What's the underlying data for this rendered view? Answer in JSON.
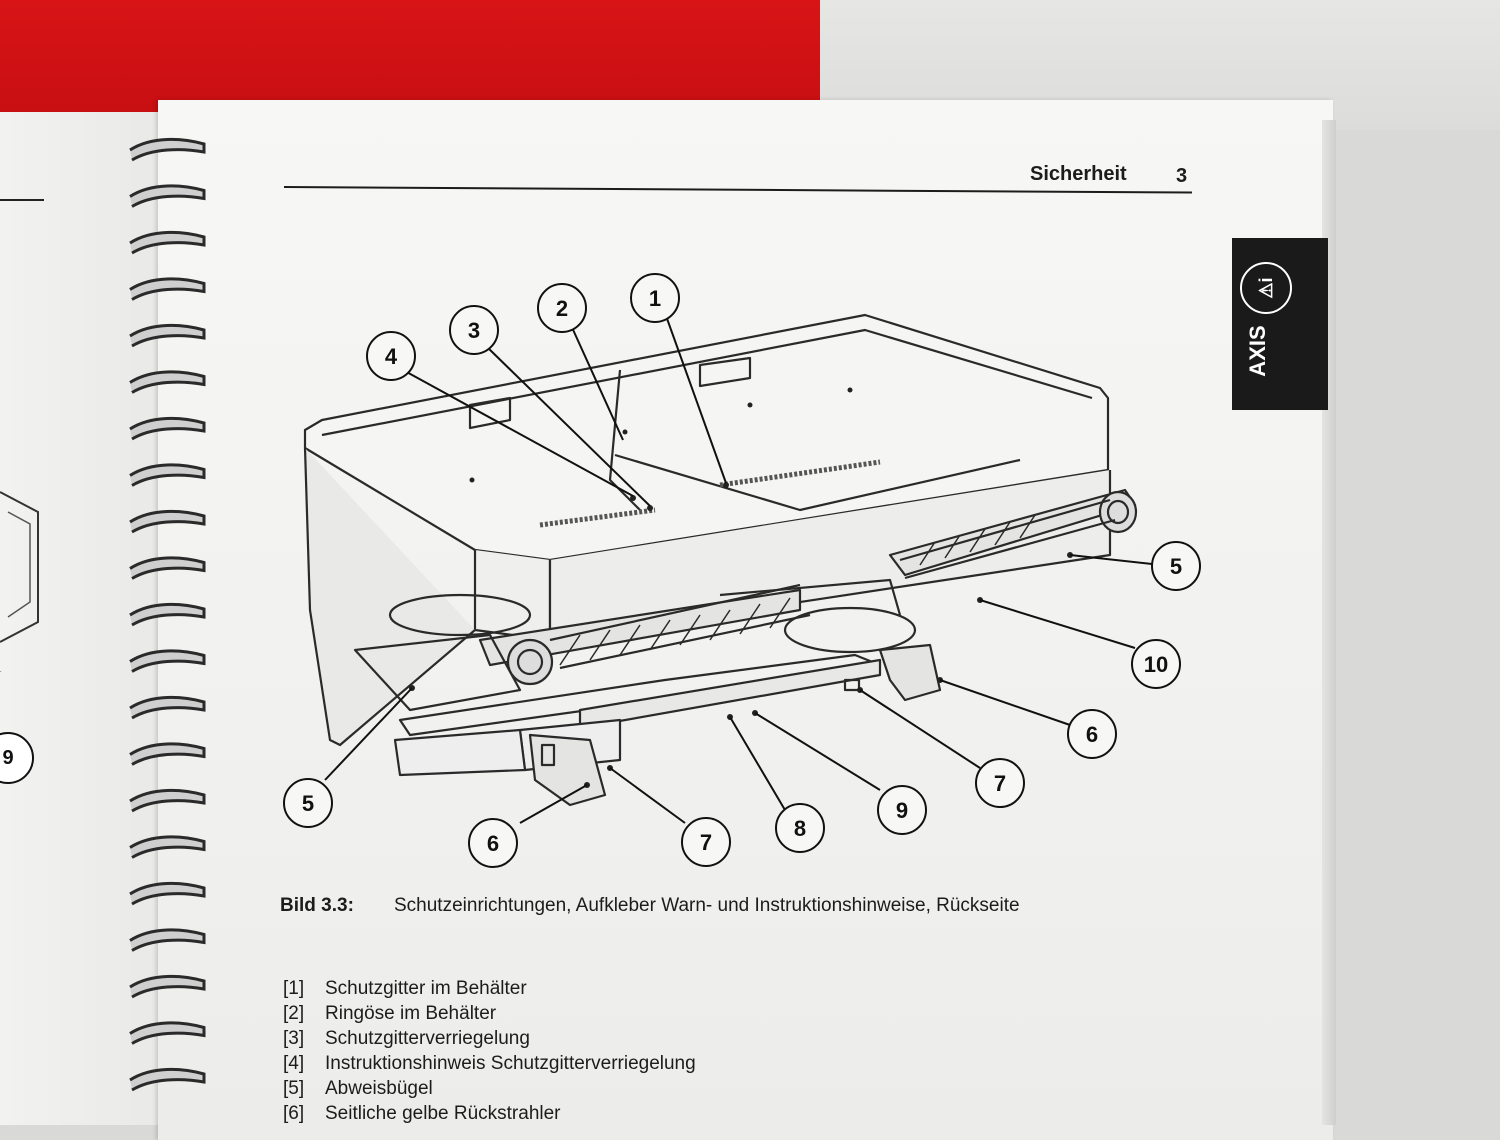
{
  "header": {
    "section_title": "Sicherheit",
    "chapter_number": "3"
  },
  "side_tab": {
    "label": "AXIS"
  },
  "left_page": {
    "callout": "9"
  },
  "figure": {
    "callouts": [
      "1",
      "2",
      "3",
      "4",
      "5",
      "10",
      "6",
      "7",
      "9",
      "8",
      "7",
      "6",
      "5"
    ]
  },
  "caption": {
    "label": "Bild 3.3:",
    "text": "Schutzeinrichtungen, Aufkleber Warn- und Instruktionshinweise, Rückseite"
  },
  "legend": [
    {
      "num": "[1]",
      "text": "Schutzgitter im Behälter"
    },
    {
      "num": "[2]",
      "text": "Ringöse im Behälter"
    },
    {
      "num": "[3]",
      "text": "Schutzgitterverriegelung"
    },
    {
      "num": "[4]",
      "text": "Instruktionshinweis Schutzgitterverriegelung"
    },
    {
      "num": "[5]",
      "text": "Abweisbügel"
    },
    {
      "num": "[6]",
      "text": "Seitliche gelbe Rückstrahler"
    }
  ]
}
